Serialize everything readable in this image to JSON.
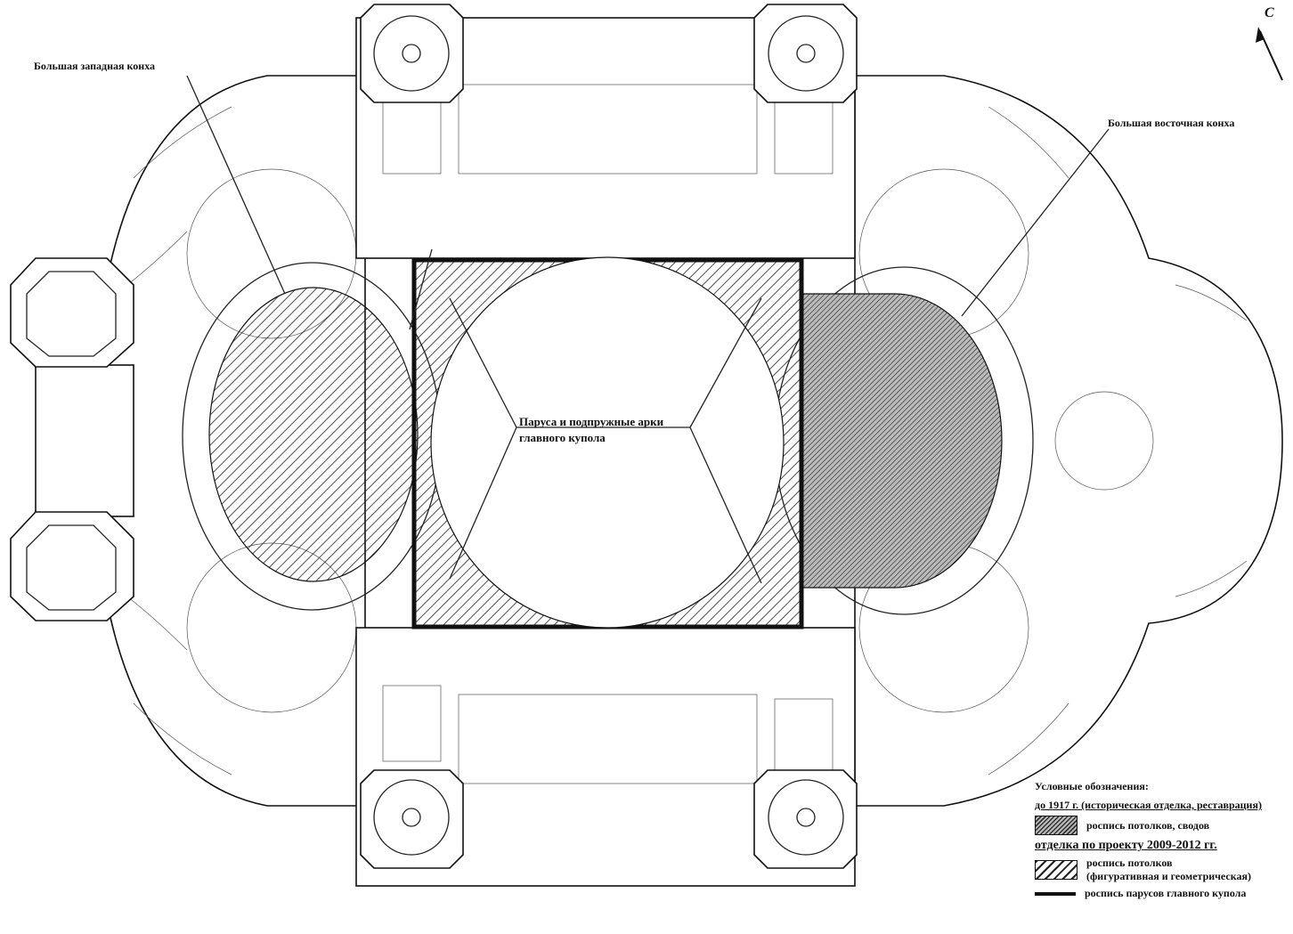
{
  "labels": {
    "west_apse": "Большая западная конха",
    "east_apse": "Большая восточная конха",
    "dome_line1": "Паруса и подпружные арки",
    "dome_line2": "главного купола",
    "north": "С"
  },
  "legend": {
    "title": "Условные обозначения:",
    "section1": "до 1917 г. (историческая отделка, реставрация)",
    "item1": "роспись потолков, сводов",
    "section2": "отделка по проекту 2009-2012 гг.",
    "item2_line1": "роспись потолков",
    "item2_line2": "(фигуративная и геометрическая)",
    "item3": "роспись парусов главного купола"
  },
  "colors": {
    "line": "#111111",
    "background": "#ffffff"
  }
}
